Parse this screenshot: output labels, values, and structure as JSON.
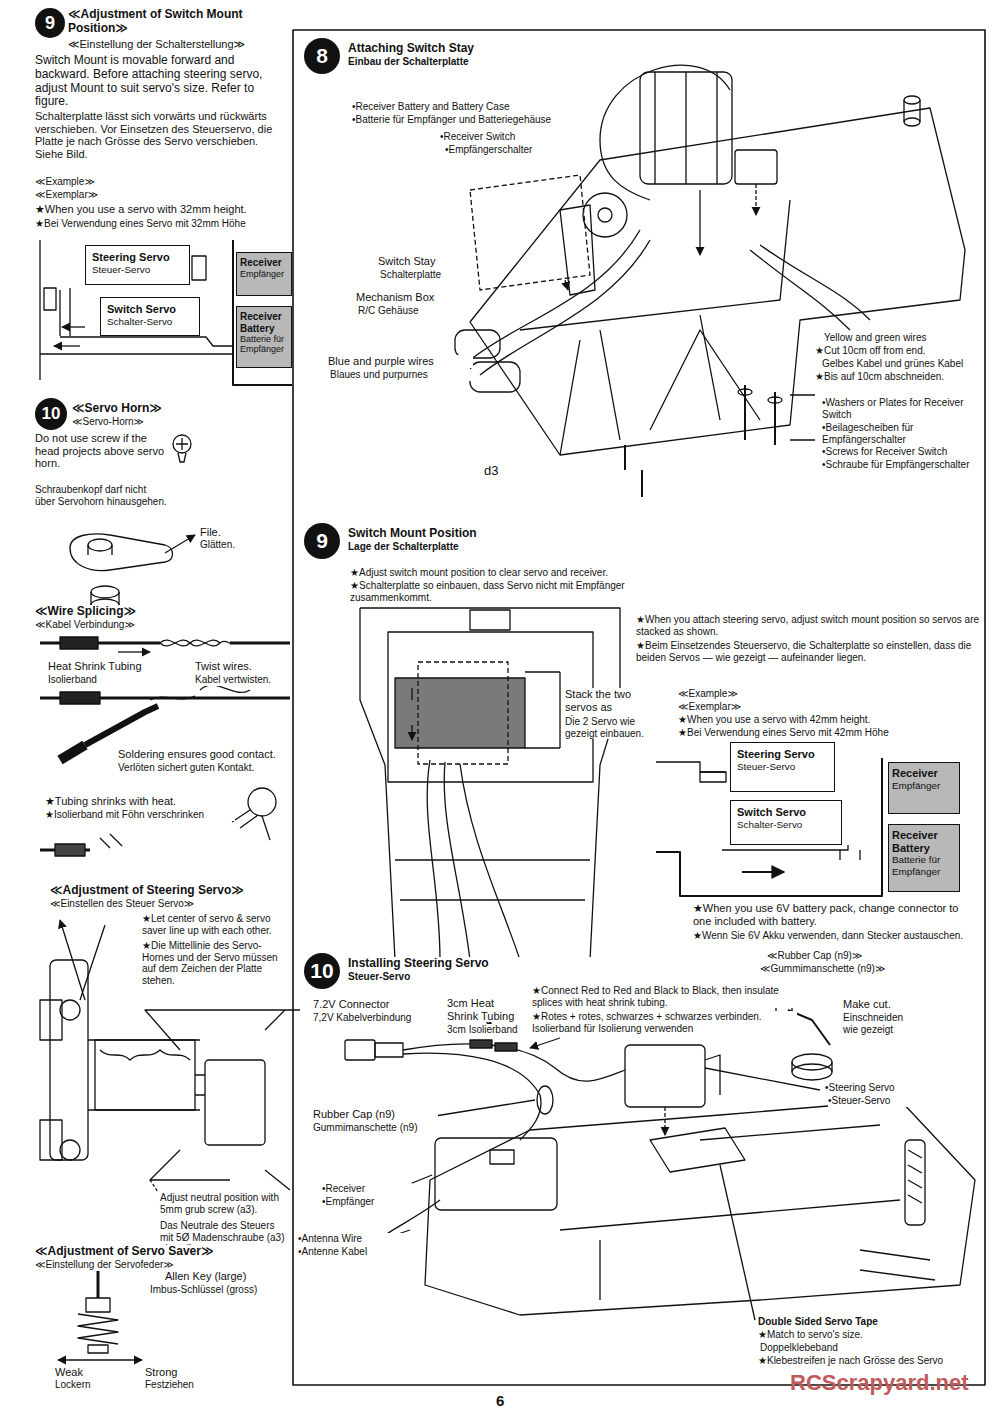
{
  "diagram": {
    "nodes": [
      {
        "text": [
          "9"
        ]
      },
      {
        "text": [
          "Steering Servo",
          "Steuer-Servo"
        ]
      },
      {
        "text": [
          "Switch Servo",
          "Schalter-Servo"
        ]
      },
      {
        "text": [
          "Receiver",
          "Empfänger"
        ]
      },
      {
        "text": [
          "Receiver Battery",
          "Batterie für Empfänger"
        ]
      },
      {
        "text": [
          "10"
        ]
      },
      {
        "text": [
          "8"
        ]
      },
      {
        "text": [
          "9"
        ]
      },
      {
        "text": [
          "Steering Servo",
          "Steuer-Servo"
        ]
      },
      {
        "text": [
          "Switch Servo",
          "Schalter-Servo"
        ]
      },
      {
        "text": [
          "Receiver",
          "Empfänger"
        ]
      },
      {
        "text": [
          "Receiver Battery",
          "Batterie für Empfänger"
        ]
      },
      {
        "text": [
          "10"
        ]
      }
    ],
    "labels": [
      "≪Adjustment of Switch Mount Position≫",
      "≪Einstellung der Schalterstellung≫",
      "Switch Mount is movable forward and backward. Before attaching steering servo, adjust Mount to suit servo's size. Refer to figure.",
      "Schalterplatte lässt sich vorwärts und rückwärts verschieben. Vor Einsetzen des Steuerservo, die Platte je nach Grösse des Servo verschieben. Siehe Bild.",
      "≪Example≫",
      "≪Exemplar≫",
      "★When you use a servo with 32mm height.",
      "★Bei Verwendung eines Servo mit 32mm Höhe",
      "≪Servo Horn≫",
      "≪Servo-Horn≫",
      "Do not use screw if the head projects above servo horn.",
      "Schraubenkopf darf nicht über Servohorn hinausgehen.",
      "File.",
      "Glätten.",
      "≪Wire Splicing≫",
      "≪Kabel Verbindung≫",
      "Heat Shrink Tubing",
      "Isolierband",
      "Twist wires.",
      "Kabel vertwisten.",
      "Soldering ensures good contact.",
      "Verlöten sichert guten Kontakt.",
      "★Tubing shrinks with heat.",
      "★Isolierband mit Föhn verschrinken",
      "≪Adjustment of Steering Servo≫",
      "≪Einstellen des Steuer Servo≫",
      "★Let center of servo & servo saver line up with each other.",
      "★Die Mittellinie des Servo-Hornes und der Servo müssen auf dem Zeichen der Platte stehen.",
      "Adjust neutral position with 5mm grub screw (a3).",
      "Das Neutrale des Steuers mit 5Ø Madenschraube (a3) einstellen.",
      "≪Adjustment of Servo Saver≫",
      "≪Einstellung der Servofeder≫",
      "Allen Key (large)",
      "Imbus-Schlüssel (gross)",
      "Weak",
      "Lockern",
      "Strong",
      "Festziehen",
      "Attaching Switch Stay",
      "Einbau der Schalterplatte",
      "•Receiver Battery and Battery Case",
      "•Batterie für Empfänger und Batteriegehäuse",
      "•Receiver Switch",
      "•Empfängerschalter",
      "Switch Stay",
      "Schalterplatte",
      "Mechanism Box",
      "R/C Gehäuse",
      "Blue and purple wires",
      "Blaues und purpurnes",
      "Yellow and green wires",
      "★Cut 10cm off from end.",
      "Gelbes Kabel und grünes Kabel",
      "★Bis auf 10cm abschneiden.",
      "•Washers or Plates for Receiver Switch",
      "•Beilagescheiben für Empfängerschalter",
      "•Screws for Receiver Switch",
      "•Schraube für Empfängerschalter",
      "d3",
      "Switch Mount Position",
      "Lage der Schalterplatte",
      "★Adjust switch mount position to clear servo and receiver.",
      "★Schalterplatte so einbauen, dass Servo nicht mit Empfänger zusammenkommt.",
      "Stack the two servos as shown.",
      "Die 2 Servo wie gezeigt einbauen.",
      "★When you attach steering servo, adjust switch mount position so servos are stacked as shown.",
      "★Beim Einsetzendes Steuerservo, die Schalterplatte so einstellen, dass die beiden Servos — wie gezeigt — aufeinander liegen.",
      "≪Example≫",
      "≪Exemplar≫",
      "★When you use a servo with 42mm height.",
      "★Bei Verwendung eines Servo mit 42mm Höhe",
      "★When you use 6V battery pack, change connector to one included with battery.",
      "★Wenn Sie 6V Akku verwenden, dann Stecker austauschen.",
      "Installing Steering Servo",
      "Steuer-Servo",
      "7.2V Connector",
      "7,2V Kabelverbindung",
      "3cm Heat Shrink Tubing",
      "3cm Isolierband",
      "★Connect Red to Red and Black to Black, then insulate splices with heat shrink tubing.",
      "★Rotes + rotes, schwarzes + schwarzes verbinden. Isolierband für Isolierung verwenden",
      "≪Rubber Cap (n9)≫",
      "≪Gummimanschette (n9)≫",
      "Make cut.",
      "Einschneiden wie gezeigt",
      "Rubber Cap (n9)",
      "Gummimanschette (n9)",
      "•Steering Servo",
      "•Steuer-Servo",
      "•Receiver",
      "•Empfänger",
      "•Antenna Wire",
      "•Antenne Kabel",
      "Double Sided Servo Tape",
      "★Match to servo's size.",
      "Doppelklebeband",
      "★Klebestreifen je nach Grösse des Servo",
      "6",
      "RCScrapyard.net"
    ]
  }
}
